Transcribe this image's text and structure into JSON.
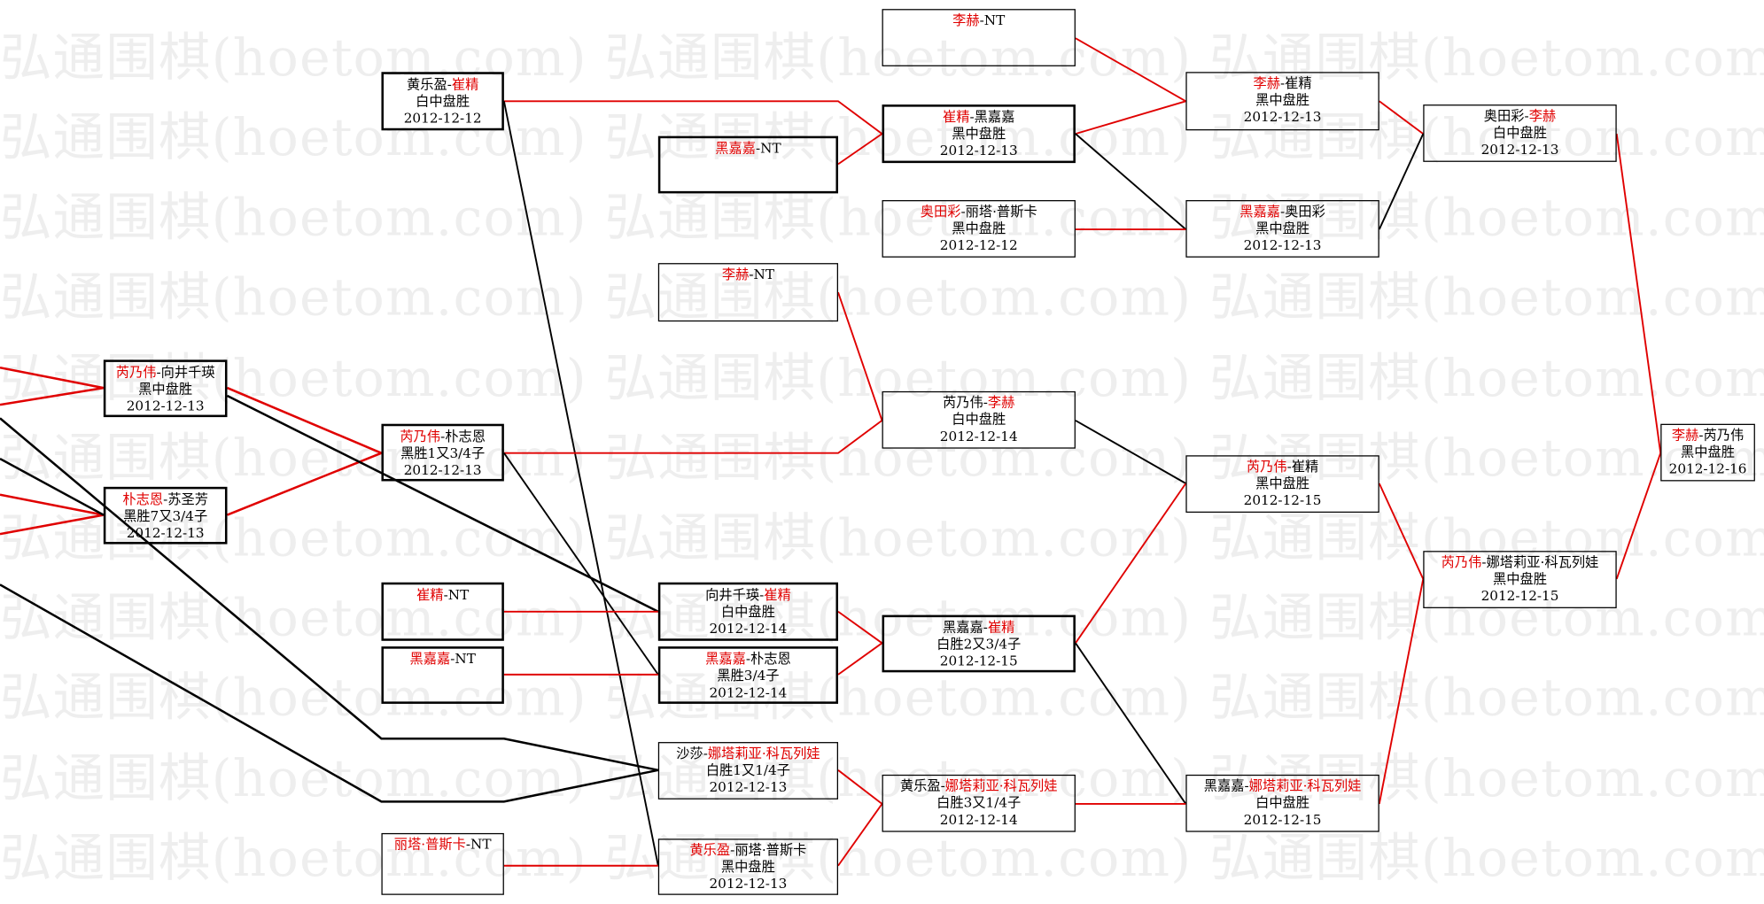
{
  "watermark": "弘通围棋(hoetom.com)",
  "colors": {
    "winner": "#e00000",
    "loser_line": "#000000",
    "winner_line": "#e00000"
  },
  "matches": [
    {
      "id": "A1",
      "p1": "芮乃伟",
      "p2": "向井千瑛",
      "red": 1,
      "result": "黑中盘胜",
      "date": "2012-12-13"
    },
    {
      "id": "A2",
      "p1": "朴志恩",
      "p2": "苏圣芳",
      "red": 1,
      "result": "黑胜7又3/4子",
      "date": "2012-12-13"
    },
    {
      "id": "B1",
      "p1": "黄乐盈",
      "p2": "崔精",
      "red": 2,
      "result": "白中盘胜",
      "date": "2012-12-12"
    },
    {
      "id": "B2",
      "p1": "芮乃伟",
      "p2": "朴志恩",
      "red": 1,
      "result": "黑胜1又3/4子",
      "date": "2012-12-13"
    },
    {
      "id": "B3",
      "p1": "崔精",
      "p2": "NT",
      "red": 1,
      "result": "",
      "date": ""
    },
    {
      "id": "B4",
      "p1": "黑嘉嘉",
      "p2": "NT",
      "red": 1,
      "result": "",
      "date": ""
    },
    {
      "id": "B5",
      "p1": "丽塔·普斯卡",
      "p2": "NT",
      "red": 1,
      "result": "",
      "date": ""
    },
    {
      "id": "C1",
      "p1": "黑嘉嘉",
      "p2": "NT",
      "red": 1,
      "result": "",
      "date": ""
    },
    {
      "id": "C2",
      "p1": "李赫",
      "p2": "NT",
      "red": 1,
      "result": "",
      "date": ""
    },
    {
      "id": "C3",
      "p1": "向井千瑛",
      "p2": "崔精",
      "red": 2,
      "result": "白中盘胜",
      "date": "2012-12-14"
    },
    {
      "id": "C4",
      "p1": "黑嘉嘉",
      "p2": "朴志恩",
      "red": 1,
      "result": "黑胜3/4子",
      "date": "2012-12-14"
    },
    {
      "id": "C5",
      "p1": "沙莎",
      "p2": "娜塔莉亚·科瓦列娃",
      "red": 2,
      "result": "白胜1又1/4子",
      "date": "2012-12-13"
    },
    {
      "id": "C6",
      "p1": "黄乐盈",
      "p2": "丽塔·普斯卡",
      "red": 1,
      "result": "黑中盘胜",
      "date": "2012-12-13"
    },
    {
      "id": "D1",
      "p1": "李赫",
      "p2": "NT",
      "red": 1,
      "result": "",
      "date": ""
    },
    {
      "id": "D2",
      "p1": "崔精",
      "p2": "黑嘉嘉",
      "red": 1,
      "result": "黑中盘胜",
      "date": "2012-12-13"
    },
    {
      "id": "D3",
      "p1": "奥田彩",
      "p2": "丽塔·普斯卡",
      "red": 1,
      "result": "黑中盘胜",
      "date": "2012-12-12"
    },
    {
      "id": "D4",
      "p1": "芮乃伟",
      "p2": "李赫",
      "red": 2,
      "result": "白中盘胜",
      "date": "2012-12-14"
    },
    {
      "id": "D5",
      "p1": "黑嘉嘉",
      "p2": "崔精",
      "red": 2,
      "result": "白胜2又3/4子",
      "date": "2012-12-15"
    },
    {
      "id": "D6",
      "p1": "黄乐盈",
      "p2": "娜塔莉亚·科瓦列娃",
      "red": 2,
      "result": "白胜3又1/4子",
      "date": "2012-12-14"
    },
    {
      "id": "E1",
      "p1": "李赫",
      "p2": "崔精",
      "red": 1,
      "result": "黑中盘胜",
      "date": "2012-12-13"
    },
    {
      "id": "E2",
      "p1": "黑嘉嘉",
      "p2": "奥田彩",
      "red": 1,
      "result": "黑中盘胜",
      "date": "2012-12-13"
    },
    {
      "id": "E3",
      "p1": "芮乃伟",
      "p2": "崔精",
      "red": 1,
      "result": "黑中盘胜",
      "date": "2012-12-15"
    },
    {
      "id": "E4",
      "p1": "黑嘉嘉",
      "p2": "娜塔莉亚·科瓦列娃",
      "red": 2,
      "result": "白中盘胜",
      "date": "2012-12-15"
    },
    {
      "id": "F1",
      "p1": "奥田彩",
      "p2": "李赫",
      "red": 2,
      "result": "白中盘胜",
      "date": "2012-12-13"
    },
    {
      "id": "F2",
      "p1": "芮乃伟",
      "p2": "娜塔莉亚·科瓦列娃",
      "red": 1,
      "result": "黑中盘胜",
      "date": "2012-12-15"
    },
    {
      "id": "G1",
      "p1": "李赫",
      "p2": "芮乃伟",
      "red": 1,
      "result": "黑中盘胜",
      "date": "2012-12-16"
    }
  ]
}
